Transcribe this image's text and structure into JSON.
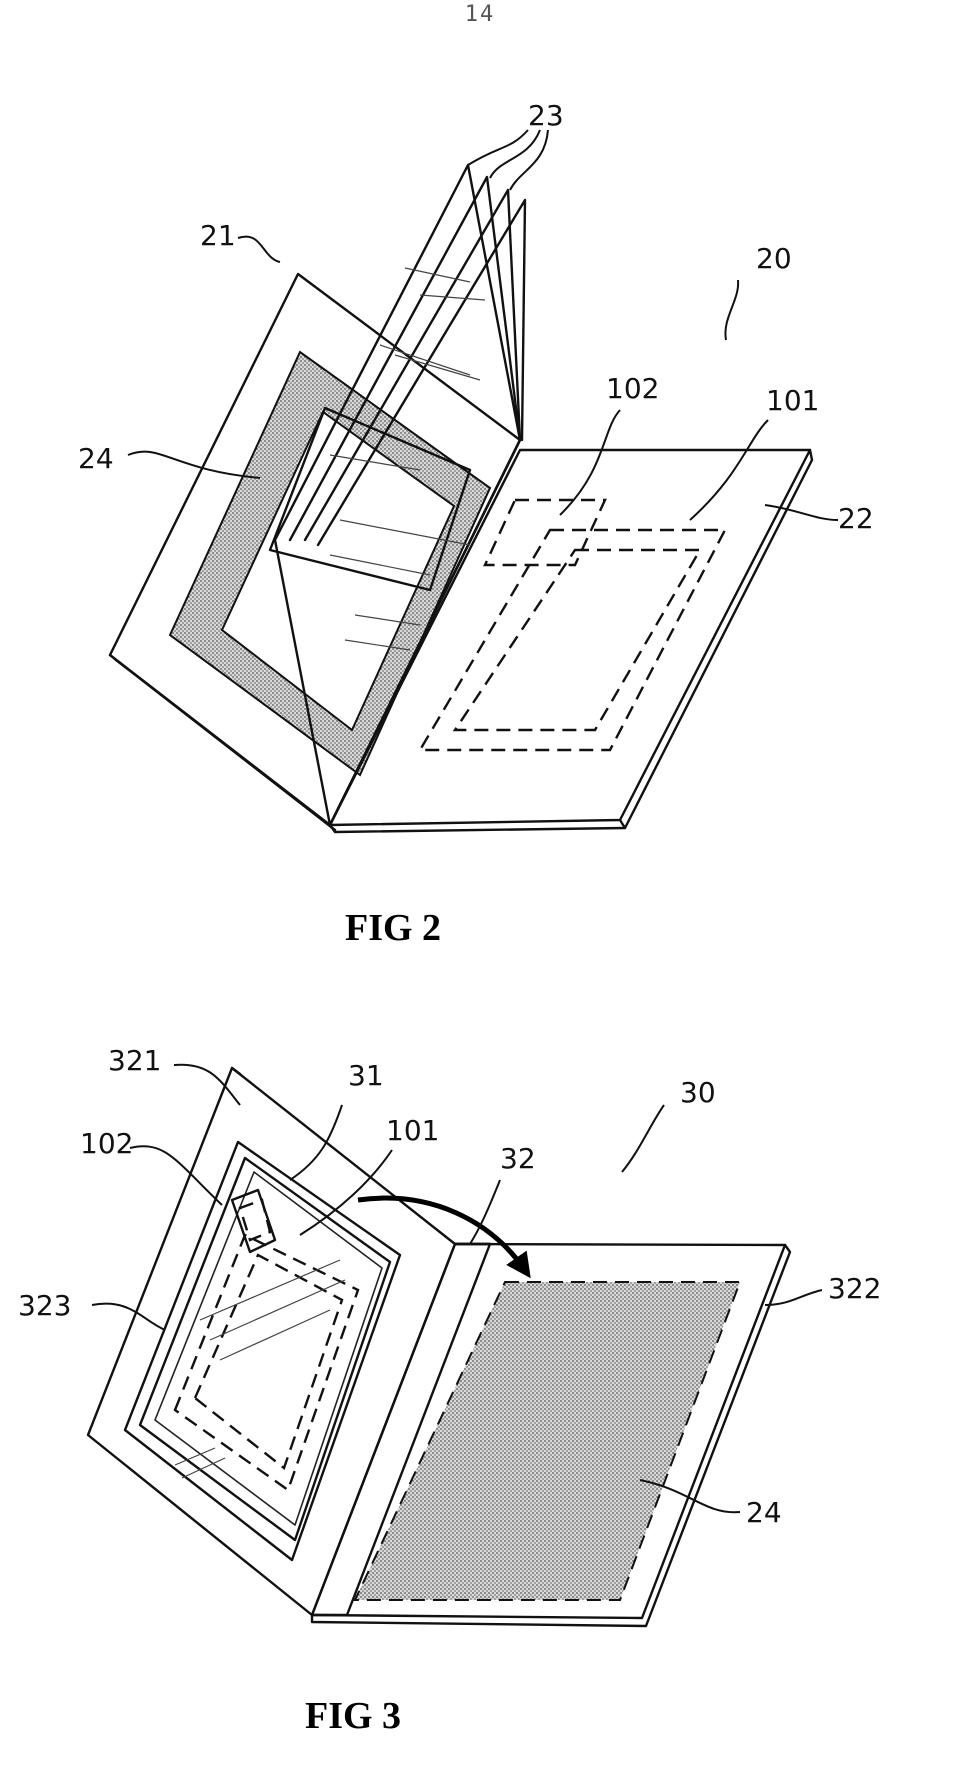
{
  "page": {
    "number": "14"
  },
  "figure2": {
    "caption": "FIG 2",
    "labels": {
      "assembly": "20",
      "left_panel": "21",
      "right_panel": "22",
      "leaves": "23",
      "shaded_layer": "24",
      "antenna": "101",
      "chip": "102"
    }
  },
  "figure3": {
    "caption": "FIG 3",
    "labels": {
      "assembly": "30",
      "inlay": "31",
      "spine": "32",
      "left_cover": "321",
      "right_cover": "322",
      "pocket": "323",
      "shaded_layer": "24",
      "antenna": "101",
      "chip": "102"
    }
  },
  "colors": {
    "line": "#111111",
    "shading": "#c9c9c9"
  }
}
